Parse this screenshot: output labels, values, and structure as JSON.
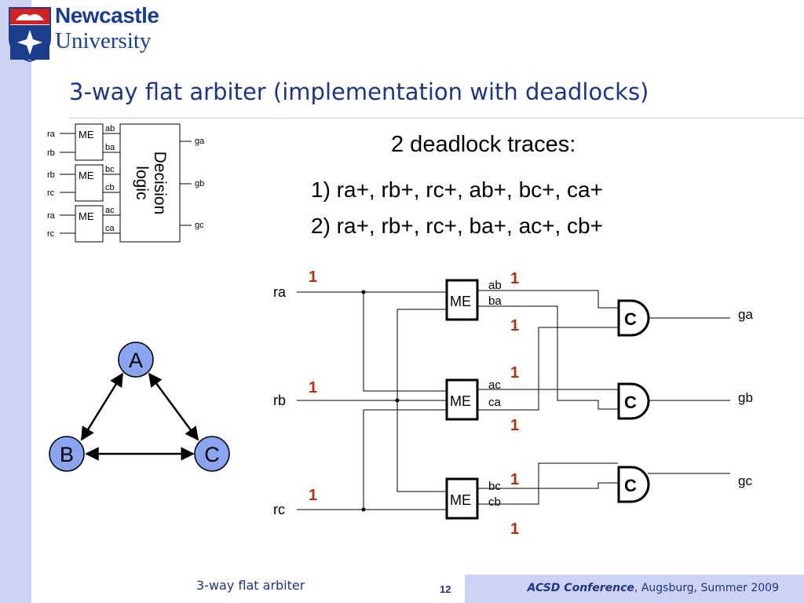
{
  "header": {
    "logo_line1": "Newcastle",
    "logo_line2": "University",
    "title": "3-way flat arbiter (implementation with deadlocks)"
  },
  "traces": {
    "heading": "2 deadlock traces:",
    "items": [
      "1) ra+, rb+, rc+, ab+, bc+, ca+",
      "2) ra+, rb+, rc+, ba+, ac+, cb+"
    ]
  },
  "block_diagram": {
    "inputs": [
      "ra",
      "rb",
      "rb",
      "rc",
      "ra",
      "rc"
    ],
    "me_label": "ME",
    "me_outputs": [
      "ab",
      "ba",
      "bc",
      "cb",
      "ac",
      "ca"
    ],
    "logic_label_1": "Decision",
    "logic_label_2": "logic",
    "outputs": [
      "ga",
      "gb",
      "gc"
    ]
  },
  "graph": {
    "nodes": [
      "A",
      "B",
      "C"
    ],
    "colors": {
      "node_fill": "#8aa4f0"
    }
  },
  "circuit": {
    "inputs": [
      "ra",
      "rb",
      "rc"
    ],
    "me_label": "ME",
    "me_outputs": [
      [
        "ab",
        "ba"
      ],
      [
        "ac",
        "ca"
      ],
      [
        "bc",
        "cb"
      ]
    ],
    "gate_label": "C",
    "outputs": [
      "ga",
      "gb",
      "gc"
    ],
    "state_values": [
      "1",
      "1",
      "1",
      "1",
      "1",
      "1",
      "1",
      "1",
      "1"
    ],
    "colors": {
      "state_value": "#b03010"
    }
  },
  "footer": {
    "left": "3-way flat arbiter",
    "page": "12",
    "conference": "ACSD Conference",
    "place": ", Augsburg, Summer 2009"
  }
}
